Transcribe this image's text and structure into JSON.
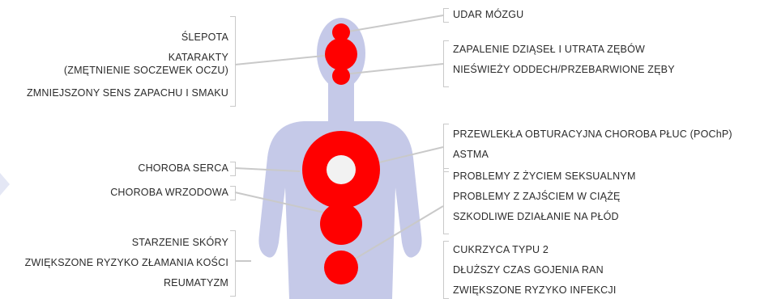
{
  "colors": {
    "body": "#c5c9e8",
    "organ": "#ff0000",
    "heart_core": "#f2f2f2",
    "connector": "#c9c9c9",
    "arrow": "#e4e7f5",
    "text": "#2b2b2b"
  },
  "left_groups": {
    "eyes": [
      "ŚLEPOTA",
      "KATARAKTY",
      "(ZMĘTNIENIE SOCZEWEK OCZU)",
      "ZMNIEJSZONY SENS ZAPACHU I SMAKU"
    ],
    "heart": [
      "CHOROBA SERCA"
    ],
    "stomach": [
      "CHOROBA WRZODOWA"
    ],
    "skin": [
      "STARZENIE SKÓRY",
      "ZWIĘKSZONE RYZYKO ZŁAMANIA KOŚCI",
      "REUMATYZM"
    ]
  },
  "right_groups": {
    "brain": [
      "UDAR MÓZGU"
    ],
    "mouth": [
      "ZAPALENIE DZIĄSEŁ I UTRATA ZĘBÓW",
      "NIEŚWIEŻY ODDECH/PRZEBARWIONE ZĘBY"
    ],
    "lungs": [
      "PRZEWLEKŁA OBTURACYJNA CHOROBA PŁUC (POChP)",
      "ASTMA"
    ],
    "reproductive": [
      "PROBLEMY Z ŻYCIEM SEKSUALNYM",
      "PROBLEMY Z ZAJŚCIEM W CIĄŻĘ",
      "SZKODLIWE DZIAŁANIE NA  PŁÓD"
    ],
    "metabolic": [
      "CUKRZYCA TYPU 2",
      "DŁUŻSZY CZAS GOJENIA RAN",
      "ZWIĘKSZONE RYZYKO INFEKCJI"
    ]
  }
}
